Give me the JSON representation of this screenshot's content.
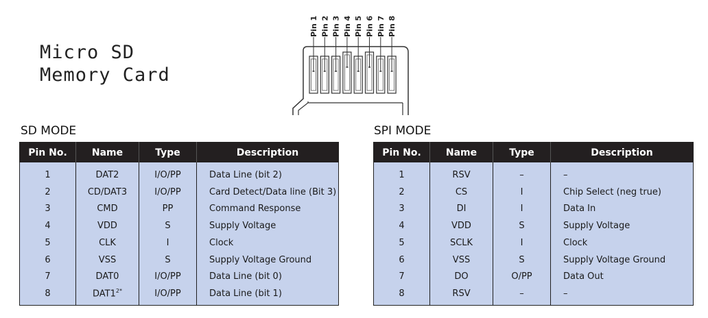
{
  "title": {
    "line1": "Micro SD",
    "line2": "Memory Card"
  },
  "pin_labels": [
    "Pin 1",
    "Pin 2",
    "Pin 3",
    "Pin 4",
    "Pin 5",
    "Pin 6",
    "Pin 7",
    "Pin 8"
  ],
  "sd_mode": {
    "title": "SD MODE",
    "headers": [
      "Pin No.",
      "Name",
      "Type",
      "Description"
    ],
    "rows": [
      [
        "1",
        "DAT2",
        "I/O/PP",
        "Data Line (bit 2)"
      ],
      [
        "2",
        "CD/DAT3",
        "I/O/PP",
        "Card Detect/Data line (Bit 3)"
      ],
      [
        "3",
        "CMD",
        "PP",
        "Command Response"
      ],
      [
        "4",
        "VDD",
        "S",
        "Supply Voltage"
      ],
      [
        "5",
        "CLK",
        "I",
        "Clock"
      ],
      [
        "6",
        "VSS",
        "S",
        "Supply Voltage Ground"
      ],
      [
        "7",
        "DAT0",
        "I/O/PP",
        "Data Line (bit 0)"
      ],
      [
        "8",
        "DAT1",
        "I/O/PP",
        "Data Line (bit 1)"
      ]
    ],
    "footnote_mark": "2*"
  },
  "spi_mode": {
    "title": "SPI MODE",
    "headers": [
      "Pin No.",
      "Name",
      "Type",
      "Description"
    ],
    "rows": [
      [
        "1",
        "RSV",
        "–",
        "–"
      ],
      [
        "2",
        "CS",
        "I",
        "Chip Select (neg true)"
      ],
      [
        "3",
        "DI",
        "I",
        "Data In"
      ],
      [
        "4",
        "VDD",
        "S",
        "Supply Voltage"
      ],
      [
        "5",
        "SCLK",
        "I",
        "Clock"
      ],
      [
        "6",
        "VSS",
        "S",
        "Supply Voltage Ground"
      ],
      [
        "7",
        "DO",
        "O/PP",
        "Data Out"
      ],
      [
        "8",
        "RSV",
        "–",
        "–"
      ]
    ]
  }
}
